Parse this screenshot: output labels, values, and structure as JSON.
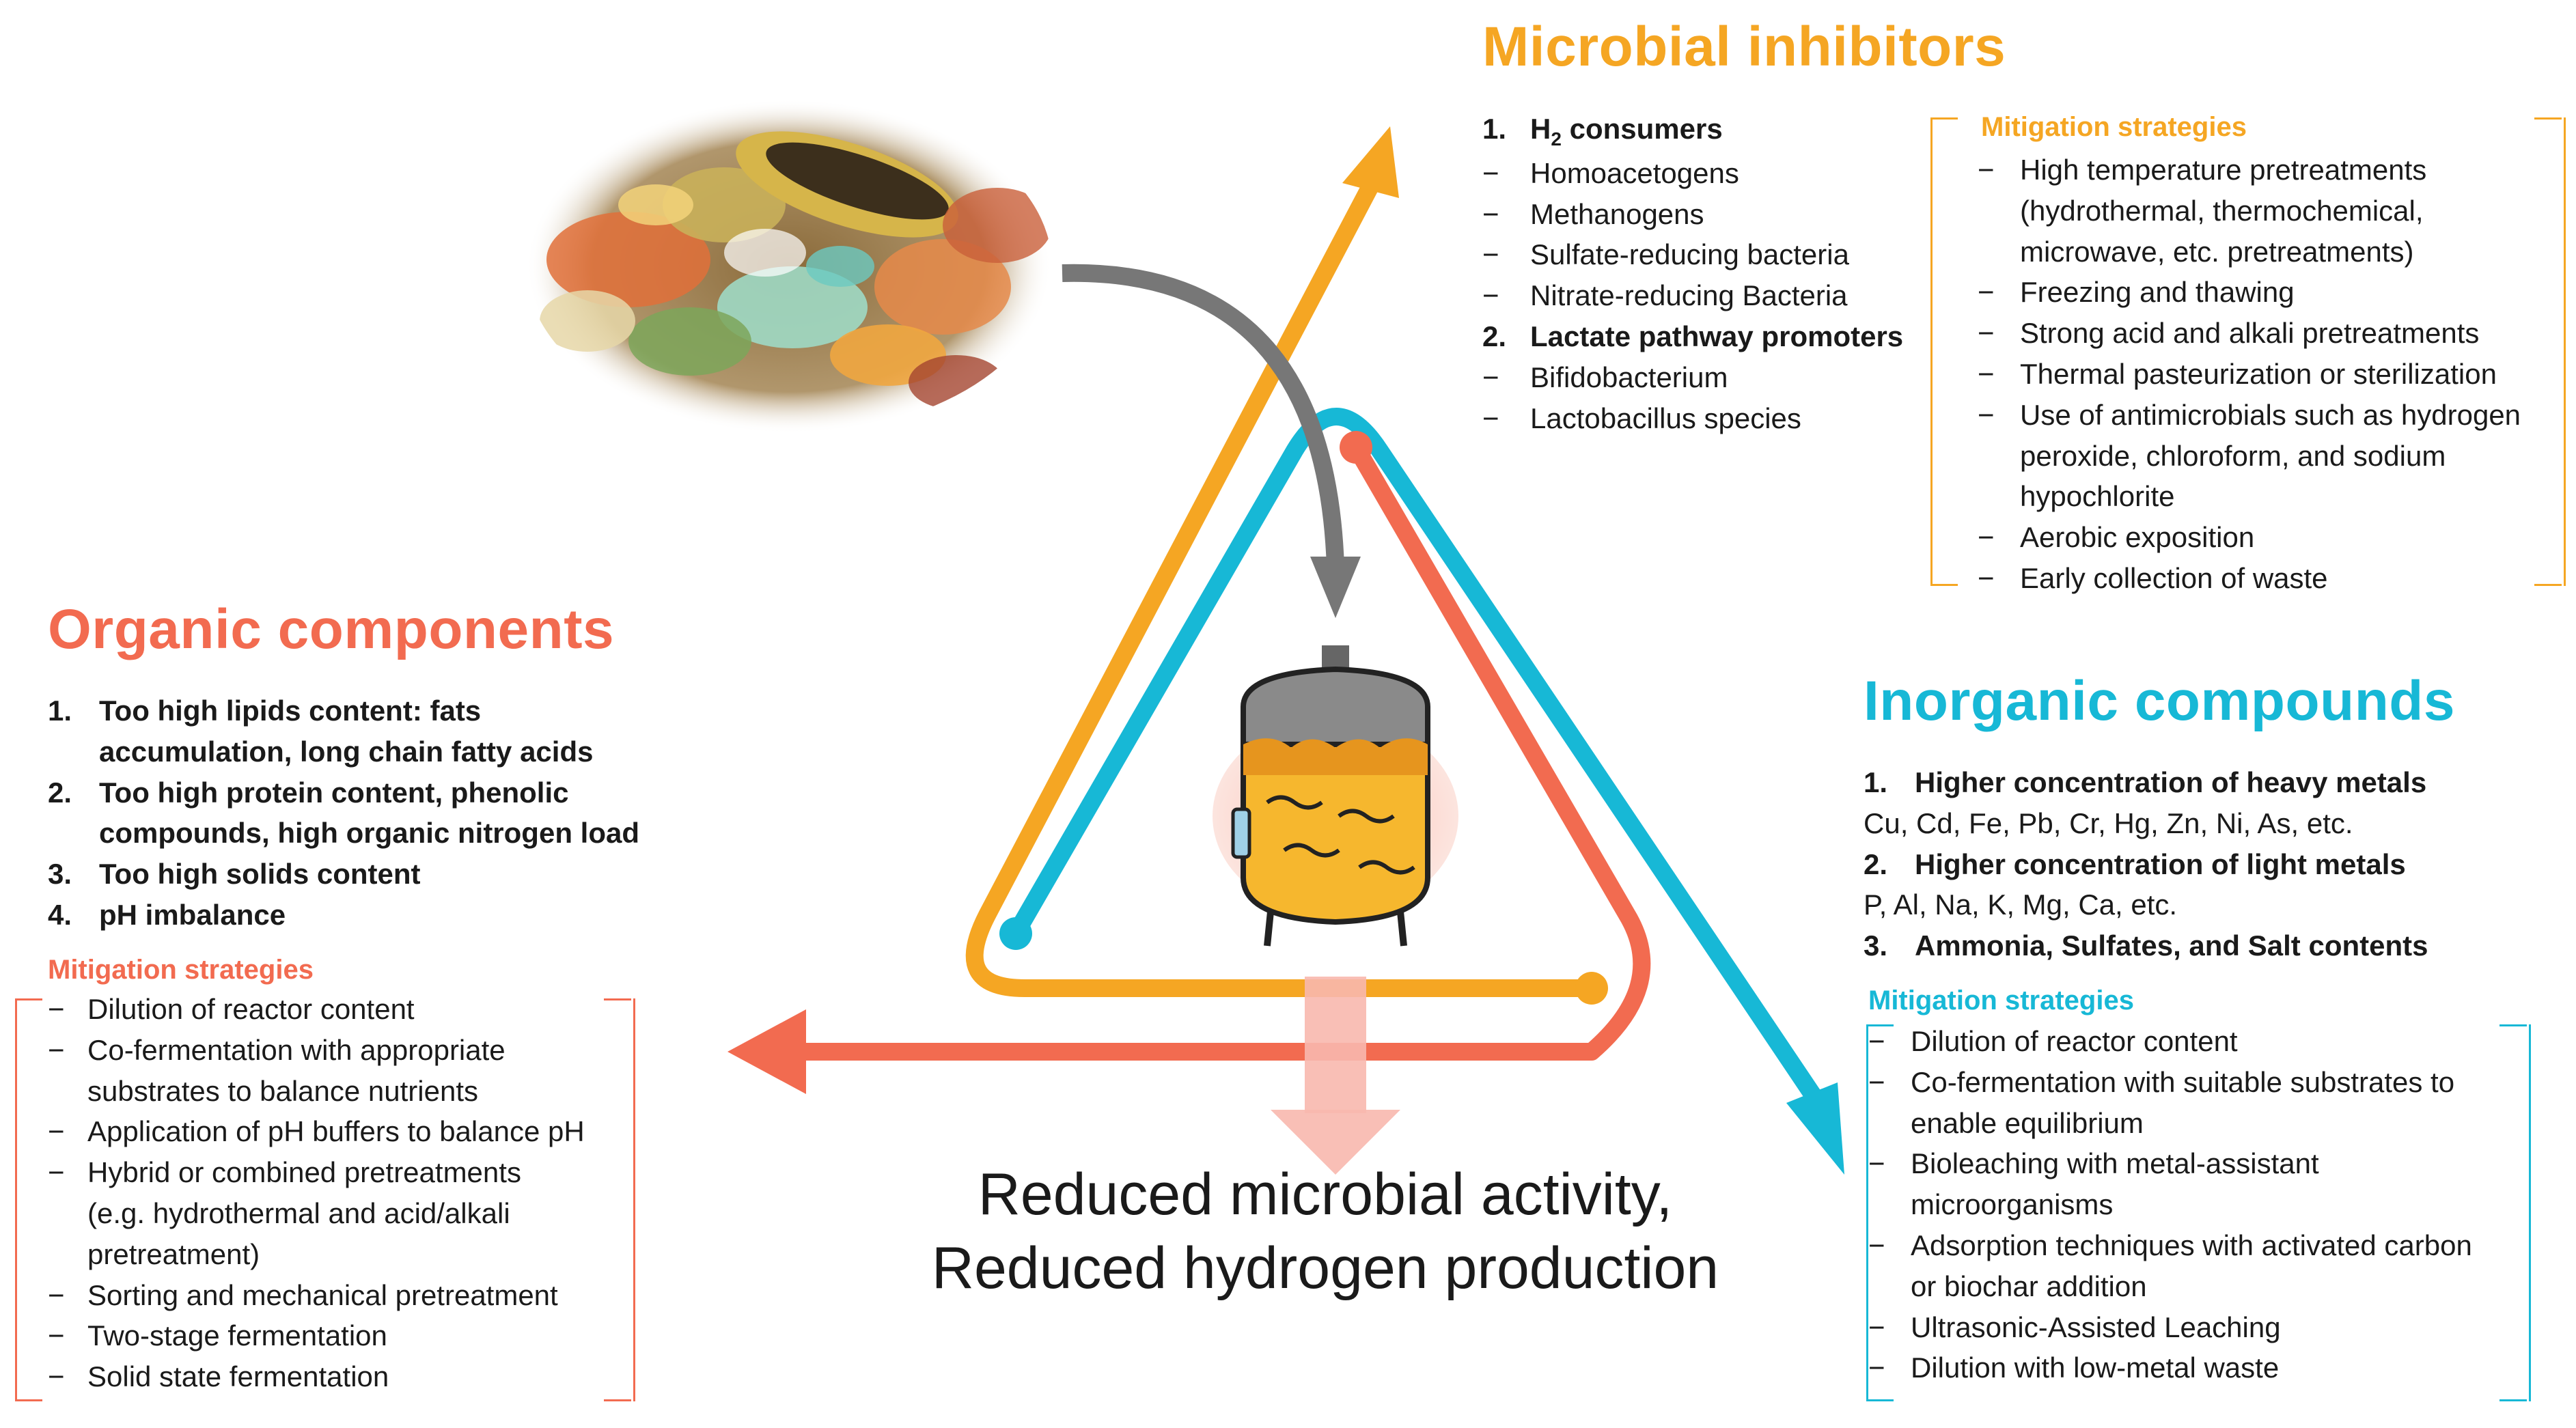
{
  "microbial": {
    "title": "Microbial inhibitors",
    "color": "#F5A623",
    "items": [
      {
        "marker": "1.",
        "text": "H",
        "sub": "2",
        "rest": " consumers",
        "bold": true
      },
      {
        "marker": "−",
        "text": "Homoacetogens"
      },
      {
        "marker": "−",
        "text": "Methanogens"
      },
      {
        "marker": "−",
        "text": "Sulfate-reducing bacteria"
      },
      {
        "marker": "−",
        "text": "Nitrate-reducing Bacteria"
      },
      {
        "marker": "2.",
        "text": "Lactate pathway promoters",
        "bold": true
      },
      {
        "marker": "−",
        "text": "Bifidobacterium"
      },
      {
        "marker": "−",
        "text": "Lactobacillus species"
      }
    ],
    "mitigation_title": "Mitigation strategies",
    "mitigation": [
      {
        "marker": "−",
        "text": "High temperature pretreatments"
      },
      {
        "marker": "",
        "text": "(hydrothermal, thermochemical,"
      },
      {
        "marker": "",
        "text": "microwave, etc. pretreatments)"
      },
      {
        "marker": "−",
        "text": "Freezing and thawing"
      },
      {
        "marker": "−",
        "text": "Strong acid and alkali pretreatments"
      },
      {
        "marker": "−",
        "text": "Thermal pasteurization or sterilization"
      },
      {
        "marker": "−",
        "text": "Use of antimicrobials such as hydrogen"
      },
      {
        "marker": "",
        "text": "peroxide, chloroform, and sodium"
      },
      {
        "marker": "",
        "text": "hypochlorite"
      },
      {
        "marker": "−",
        "text": "Aerobic exposition"
      },
      {
        "marker": "−",
        "text": "Early collection of waste"
      }
    ]
  },
  "organic": {
    "title": "Organic components",
    "color": "#F26B50",
    "items": [
      {
        "marker": "1.",
        "text": "Too high lipids content: fats",
        "bold": true
      },
      {
        "marker": "",
        "text": "accumulation, long chain fatty acids",
        "bold": true
      },
      {
        "marker": "2.",
        "text": "Too high protein content, phenolic",
        "bold": true
      },
      {
        "marker": "",
        "text": "compounds, high organic nitrogen load",
        "bold": true
      },
      {
        "marker": "3.",
        "text": "Too high solids content",
        "bold": true
      },
      {
        "marker": "4.",
        "text": "pH imbalance",
        "bold": true
      }
    ],
    "mitigation_title": "Mitigation strategies",
    "mitigation": [
      {
        "marker": "−",
        "text": "Dilution of reactor content"
      },
      {
        "marker": "−",
        "text": "Co-fermentation with appropriate"
      },
      {
        "marker": "",
        "text": "substrates to balance nutrients"
      },
      {
        "marker": "−",
        "text": "Application of pH buffers to balance pH"
      },
      {
        "marker": "−",
        "text": "Hybrid or combined pretreatments"
      },
      {
        "marker": "",
        "text": "(e.g. hydrothermal and acid/alkali"
      },
      {
        "marker": "",
        "text": "pretreatment)"
      },
      {
        "marker": "−",
        "text": "Sorting and mechanical pretreatment"
      },
      {
        "marker": "−",
        "text": "Two-stage fermentation"
      },
      {
        "marker": "−",
        "text": "Solid state fermentation"
      }
    ]
  },
  "inorganic": {
    "title": "Inorganic compounds",
    "color": "#17B8D6",
    "items": [
      {
        "marker": "1.",
        "text": "Higher concentration of heavy metals",
        "bold": true
      },
      {
        "marker": "",
        "text": "Cu, Cd, Fe, Pb, Cr, Hg, Zn, Ni, As, etc.",
        "plain": true
      },
      {
        "marker": "2.",
        "text": "Higher concentration of light metals",
        "bold": true
      },
      {
        "marker": "",
        "text": "P, Al, Na, K, Mg, Ca, etc.",
        "plain": true
      },
      {
        "marker": "3.",
        "text": "Ammonia, Sulfates, and Salt contents",
        "bold": true
      }
    ],
    "mitigation_title": "Mitigation strategies",
    "mitigation": [
      {
        "marker": "−",
        "text": "Dilution of reactor content"
      },
      {
        "marker": "−",
        "text": "Co-fermentation with suitable substrates to"
      },
      {
        "marker": "",
        "text": "enable equilibrium"
      },
      {
        "marker": "−",
        "text": "Bioleaching with metal-assistant"
      },
      {
        "marker": "",
        "text": "microorganisms"
      },
      {
        "marker": "−",
        "text": "Adsorption techniques with activated carbon"
      },
      {
        "marker": "",
        "text": "or biochar addition"
      },
      {
        "marker": "−",
        "text": "Ultrasonic-Assisted Leaching"
      },
      {
        "marker": "−",
        "text": "Dilution with low-metal waste"
      }
    ]
  },
  "caption": {
    "line1": "Reduced microbial activity,",
    "line2": "Reduced hydrogen production"
  }
}
